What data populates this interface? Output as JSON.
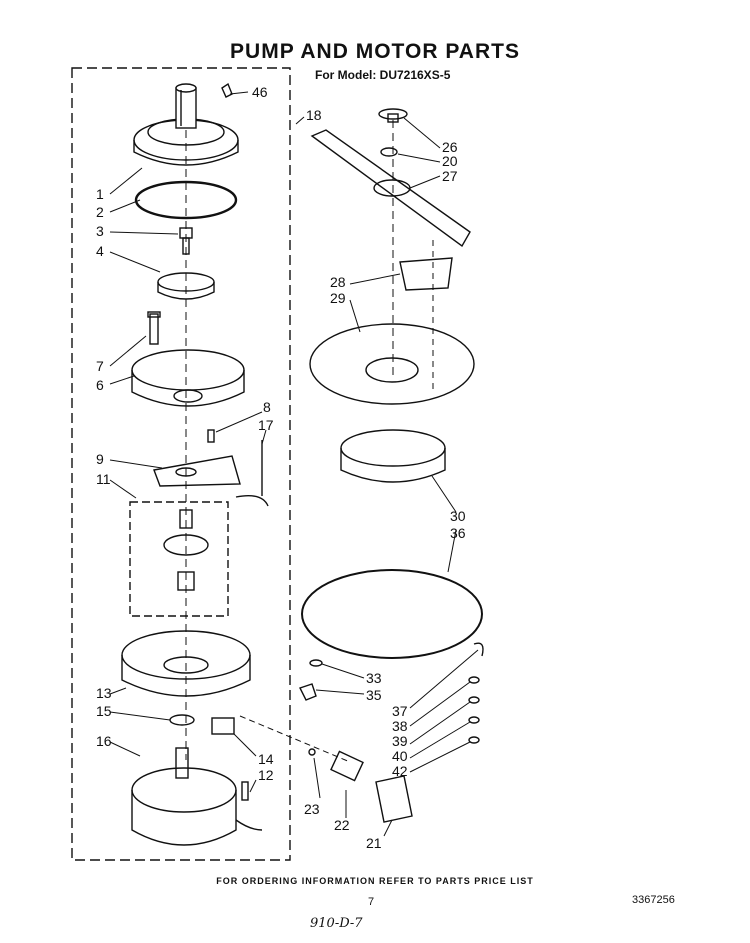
{
  "header": {
    "title": "PUMP AND MOTOR PARTS",
    "model": "For Model: DU7216XS-5"
  },
  "footer": {
    "note": "FOR ORDERING INFORMATION REFER TO PARTS PRICE LIST",
    "page_number": "7",
    "document_number": "3367256",
    "handwritten": "910-D-7"
  },
  "part_labels": [
    {
      "id": "p46",
      "text": "46"
    },
    {
      "id": "p18",
      "text": "18"
    },
    {
      "id": "p1",
      "text": "1"
    },
    {
      "id": "p2",
      "text": "2"
    },
    {
      "id": "p3",
      "text": "3"
    },
    {
      "id": "p4",
      "text": "4"
    },
    {
      "id": "p7",
      "text": "7"
    },
    {
      "id": "p6",
      "text": "6"
    },
    {
      "id": "p8",
      "text": "8"
    },
    {
      "id": "p17",
      "text": "17"
    },
    {
      "id": "p9",
      "text": "9"
    },
    {
      "id": "p11",
      "text": "11"
    },
    {
      "id": "p13",
      "text": "13"
    },
    {
      "id": "p15",
      "text": "15"
    },
    {
      "id": "p16",
      "text": "16"
    },
    {
      "id": "p14",
      "text": "14"
    },
    {
      "id": "p12",
      "text": "12"
    },
    {
      "id": "p23",
      "text": "23"
    },
    {
      "id": "p22",
      "text": "22"
    },
    {
      "id": "p21",
      "text": "21"
    },
    {
      "id": "p26",
      "text": "26"
    },
    {
      "id": "p20",
      "text": "20"
    },
    {
      "id": "p27",
      "text": "27"
    },
    {
      "id": "p28",
      "text": "28"
    },
    {
      "id": "p29",
      "text": "29"
    },
    {
      "id": "p30",
      "text": "30"
    },
    {
      "id": "p36",
      "text": "36"
    },
    {
      "id": "p33",
      "text": "33"
    },
    {
      "id": "p35",
      "text": "35"
    },
    {
      "id": "p37",
      "text": "37"
    },
    {
      "id": "p38",
      "text": "38"
    },
    {
      "id": "p39",
      "text": "39"
    },
    {
      "id": "p40",
      "text": "40"
    },
    {
      "id": "p42",
      "text": "42"
    }
  ]
}
